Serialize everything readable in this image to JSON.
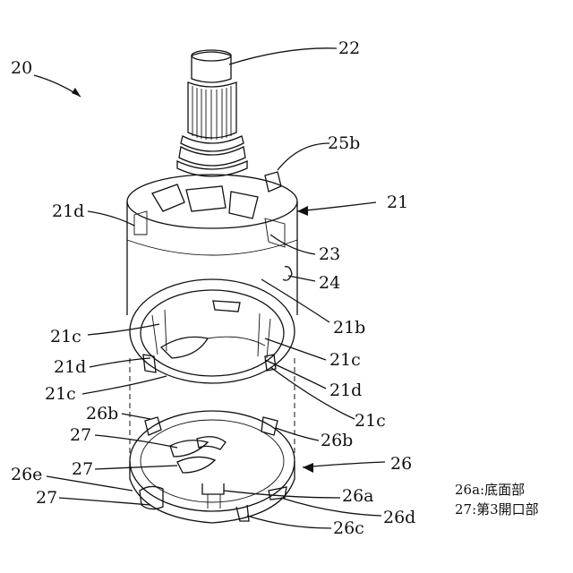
{
  "figure": {
    "labels": {
      "n20": "20",
      "n22": "22",
      "n25b": "25b",
      "n21": "21",
      "n21d_top": "21d",
      "n23": "23",
      "n24": "24",
      "n21b": "21b",
      "n21c_left_upper": "21c",
      "n21c_right": "21c",
      "n21d_left": "21d",
      "n21d_right": "21d",
      "n21c_left_lower": "21c",
      "n21c_right_lower": "21c",
      "n26b_left": "26b",
      "n26b_right": "26b",
      "n27_upper": "27",
      "n27_middle": "27",
      "n27_lower": "27",
      "n26": "26",
      "n26e": "26e",
      "n26a": "26a",
      "n26d": "26d",
      "n26c": "26c"
    },
    "legend": [
      "26a:底面部",
      "27:第3開口部"
    ]
  }
}
